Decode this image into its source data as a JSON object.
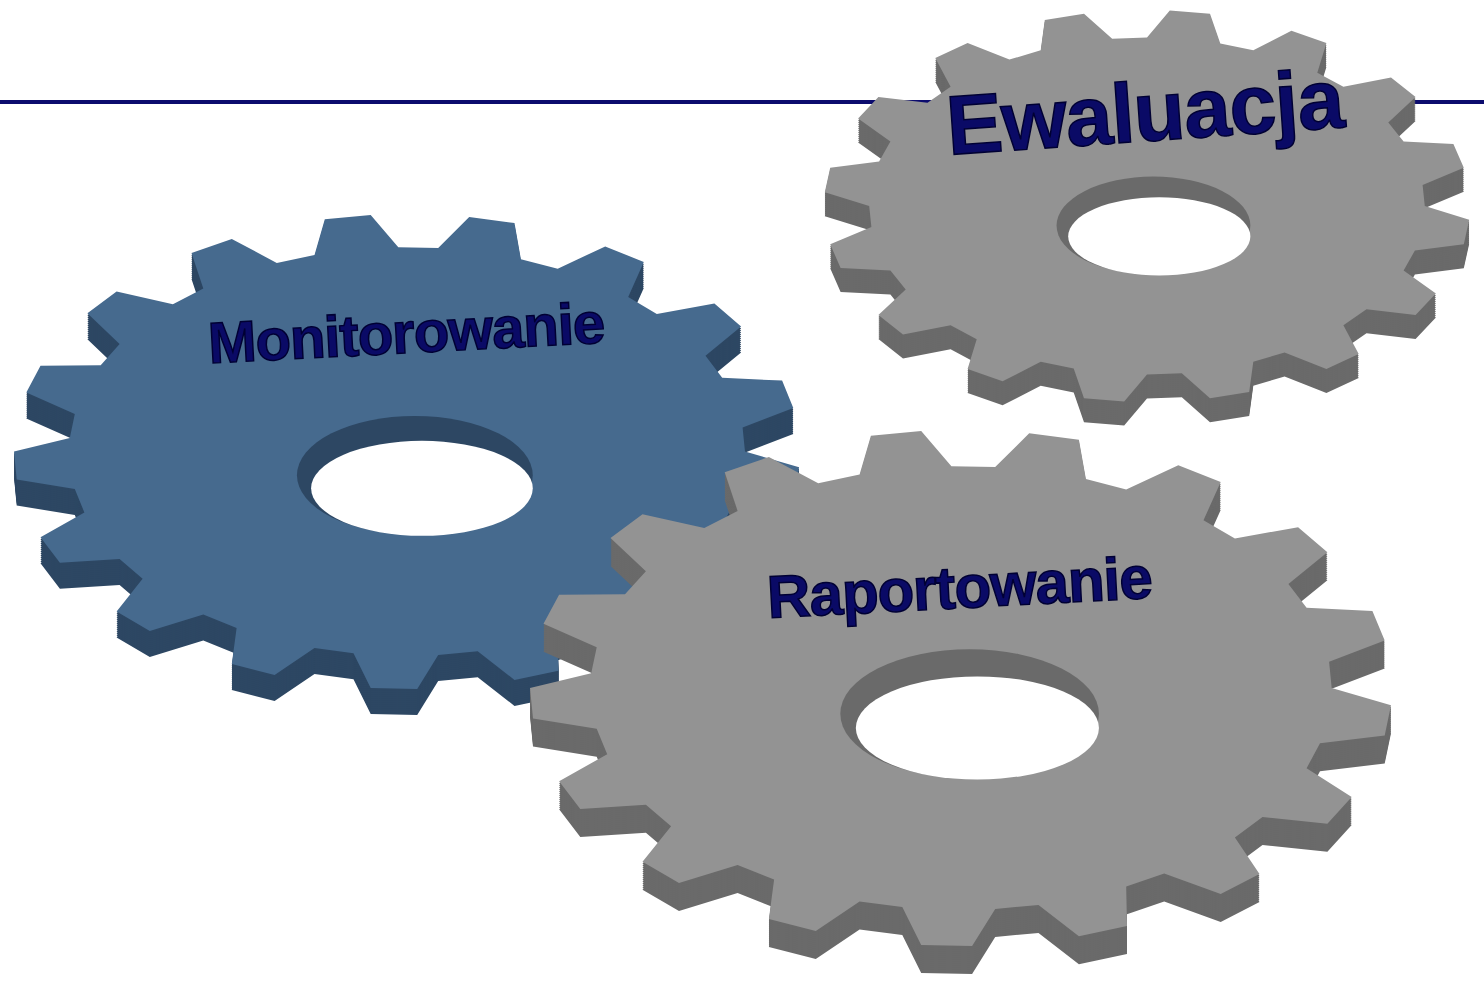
{
  "diagram": {
    "nodes": [
      {
        "text": [
          "Ewaluacja"
        ]
      },
      {
        "text": [
          "Monitorowanie"
        ]
      },
      {
        "text": [
          "Raportowanie"
        ]
      }
    ]
  }
}
